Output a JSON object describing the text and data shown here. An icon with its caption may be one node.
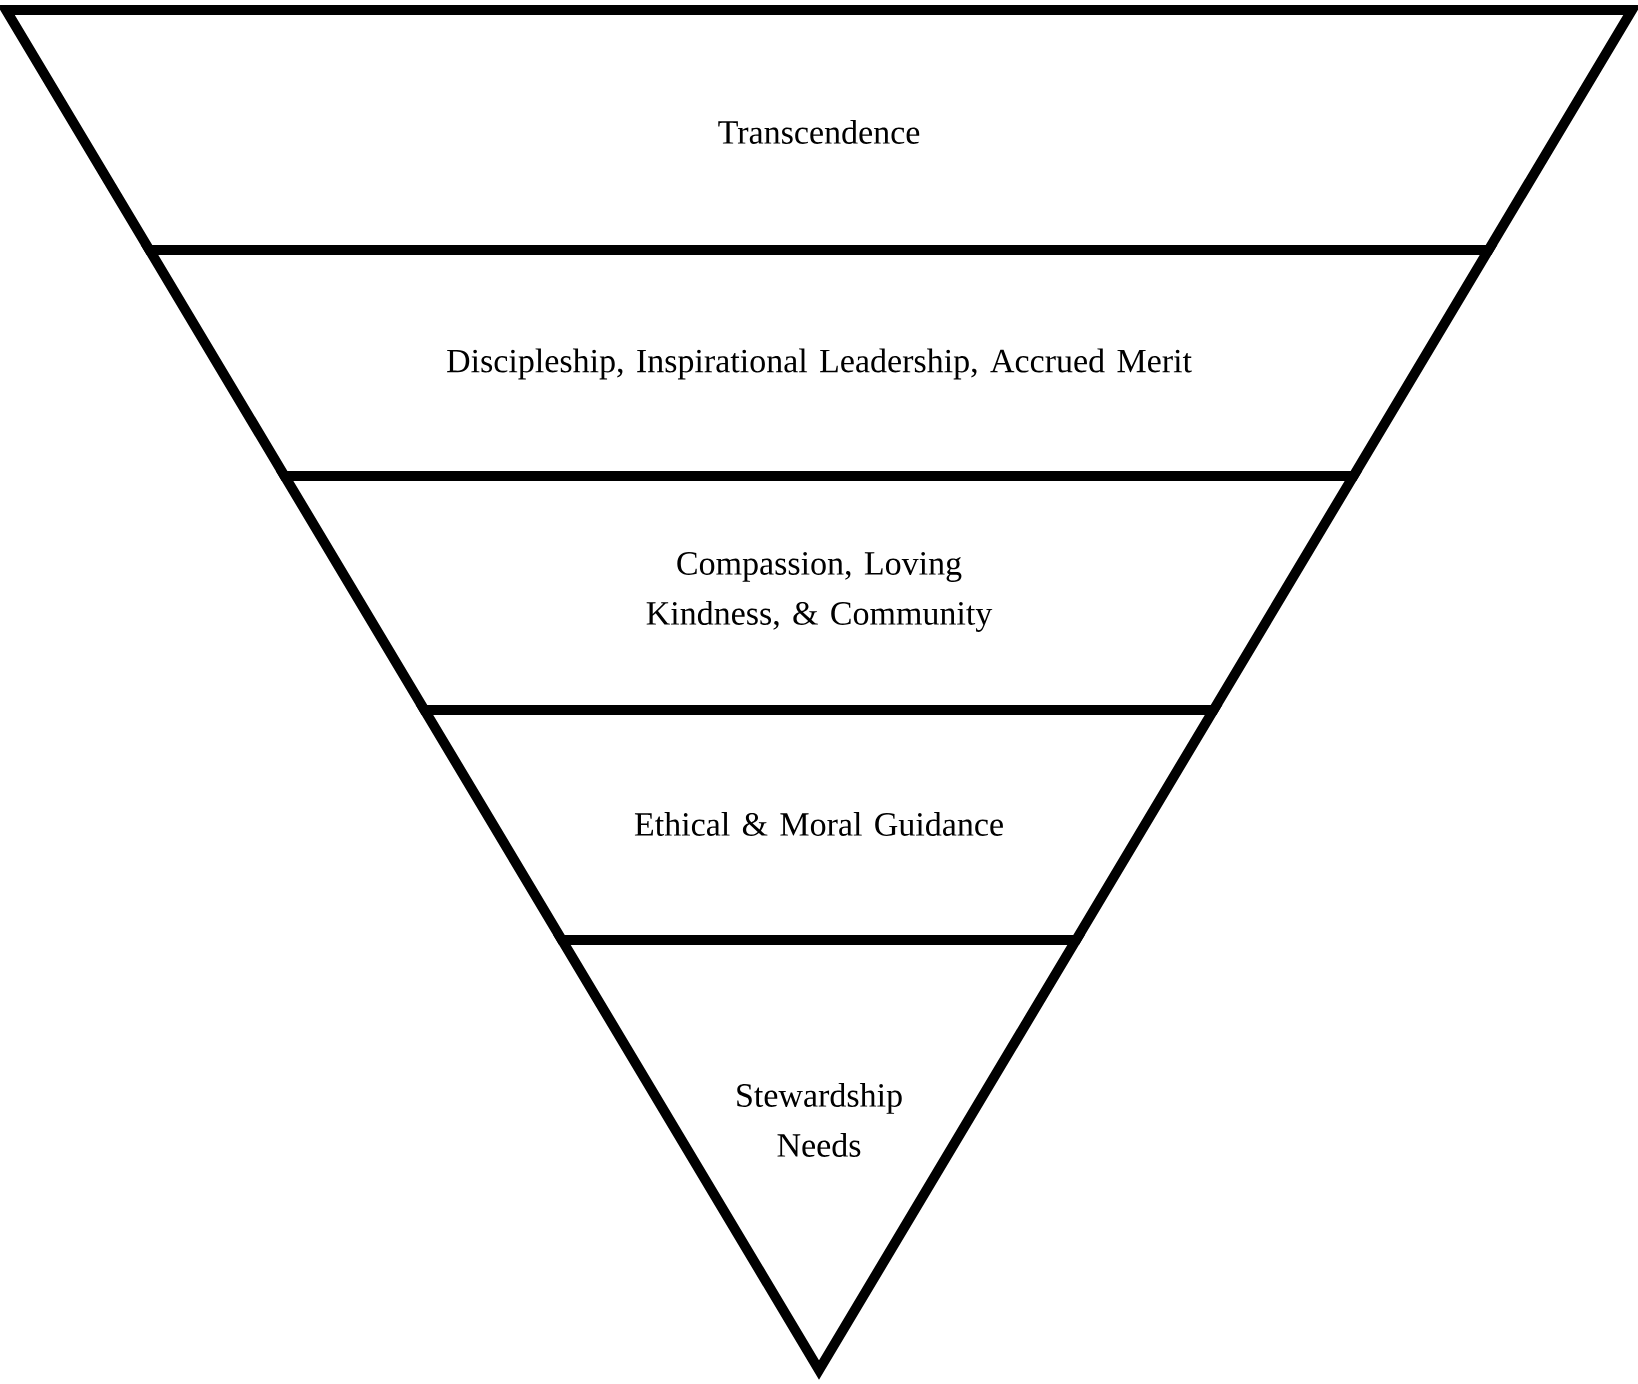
{
  "diagram": {
    "nodes": [
      {
        "text": [
          "Transcendence"
        ]
      },
      {
        "text": [
          "Discipleship, Inspirational Leadership, Accrued Merit"
        ]
      },
      {
        "text": [
          "Compassion, Loving Kindness, & Community"
        ]
      },
      {
        "text": [
          "Ethical & Moral Guidance"
        ]
      },
      {
        "text": [
          "Stewardship Needs"
        ]
      }
    ]
  }
}
